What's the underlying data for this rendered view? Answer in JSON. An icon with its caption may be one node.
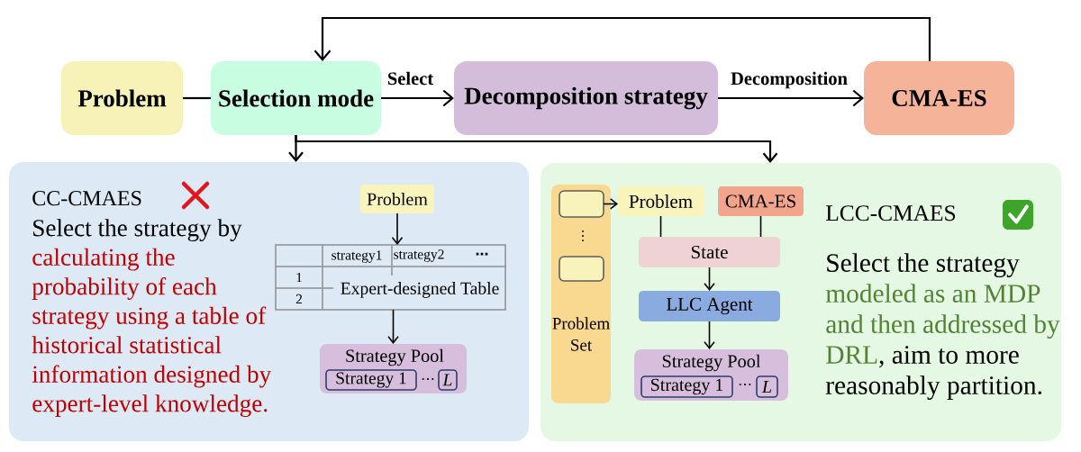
{
  "diagram": {
    "nodes": [
      {
        "text": [
          "Problem"
        ]
      },
      {
        "text": [
          "Selection mode"
        ]
      },
      {
        "text": [
          "Decomposition strategy"
        ]
      },
      {
        "text": [
          "CMA-ES"
        ]
      },
      {
        "text": [
          "CC-CMAES",
          "Select the strategy by",
          "calculating the probability of each strategy using a table of historical statistical information designed by expert-level knowledge."
        ]
      },
      {
        "text": [
          "Problem"
        ],
        "in": 4
      },
      {
        "text": [
          "strategy1",
          "strategy2",
          "⋯",
          "1",
          "2",
          "Expert-designed Table"
        ],
        "in": 4
      },
      {
        "text": [
          "Strategy Pool",
          "⋯"
        ],
        "in": 4
      },
      {
        "text": [
          "Strategy 1"
        ],
        "in": 7
      },
      {
        "text": [
          "L"
        ],
        "in": 7
      },
      {
        "text": [
          "LCC-CMAES",
          "Select the strategy",
          "modeled as an MDP and then addressed by DRL",
          ", aim to more reasonably partition."
        ]
      },
      {
        "text": [
          "⋮",
          "Problem Set"
        ],
        "in": 10
      },
      {
        "text": [],
        "shape": "box",
        "in": 11
      },
      {
        "text": [],
        "shape": "box",
        "in": 11
      },
      {
        "text": [
          "Problem"
        ],
        "in": 10
      },
      {
        "text": [
          "CMA-ES"
        ],
        "in": 10
      },
      {
        "text": [
          "State"
        ],
        "in": 10
      },
      {
        "text": [
          "LLC Agent"
        ],
        "in": 10
      },
      {
        "text": [
          "Strategy Pool",
          "⋯"
        ],
        "in": 10
      },
      {
        "text": [
          "Strategy 1"
        ],
        "in": 18
      },
      {
        "text": [
          "L"
        ],
        "in": 18
      }
    ],
    "edges": [
      {
        "from": 0,
        "to": 1,
        "arrow": "none"
      },
      {
        "from": 1,
        "to": 2,
        "arrow": "to",
        "label": "Select"
      },
      {
        "from": 2,
        "to": 3,
        "arrow": "to",
        "label": "Decomposition"
      },
      {
        "from": 3,
        "to": 1,
        "arrow": "to"
      },
      {
        "from": 1,
        "to": 4,
        "arrow": "to"
      },
      {
        "from": 1,
        "to": 10,
        "arrow": "to"
      },
      {
        "from": 5,
        "to": 6,
        "arrow": "to"
      },
      {
        "from": 6,
        "to": 7,
        "arrow": "to"
      },
      {
        "from": 12,
        "to": 14,
        "arrow": "to"
      },
      {
        "from": 14,
        "to": 16,
        "arrow": "none"
      },
      {
        "from": 15,
        "to": 16,
        "arrow": "none"
      },
      {
        "from": 16,
        "to": 17,
        "arrow": "to"
      },
      {
        "from": 17,
        "to": 18,
        "arrow": "to"
      }
    ]
  }
}
